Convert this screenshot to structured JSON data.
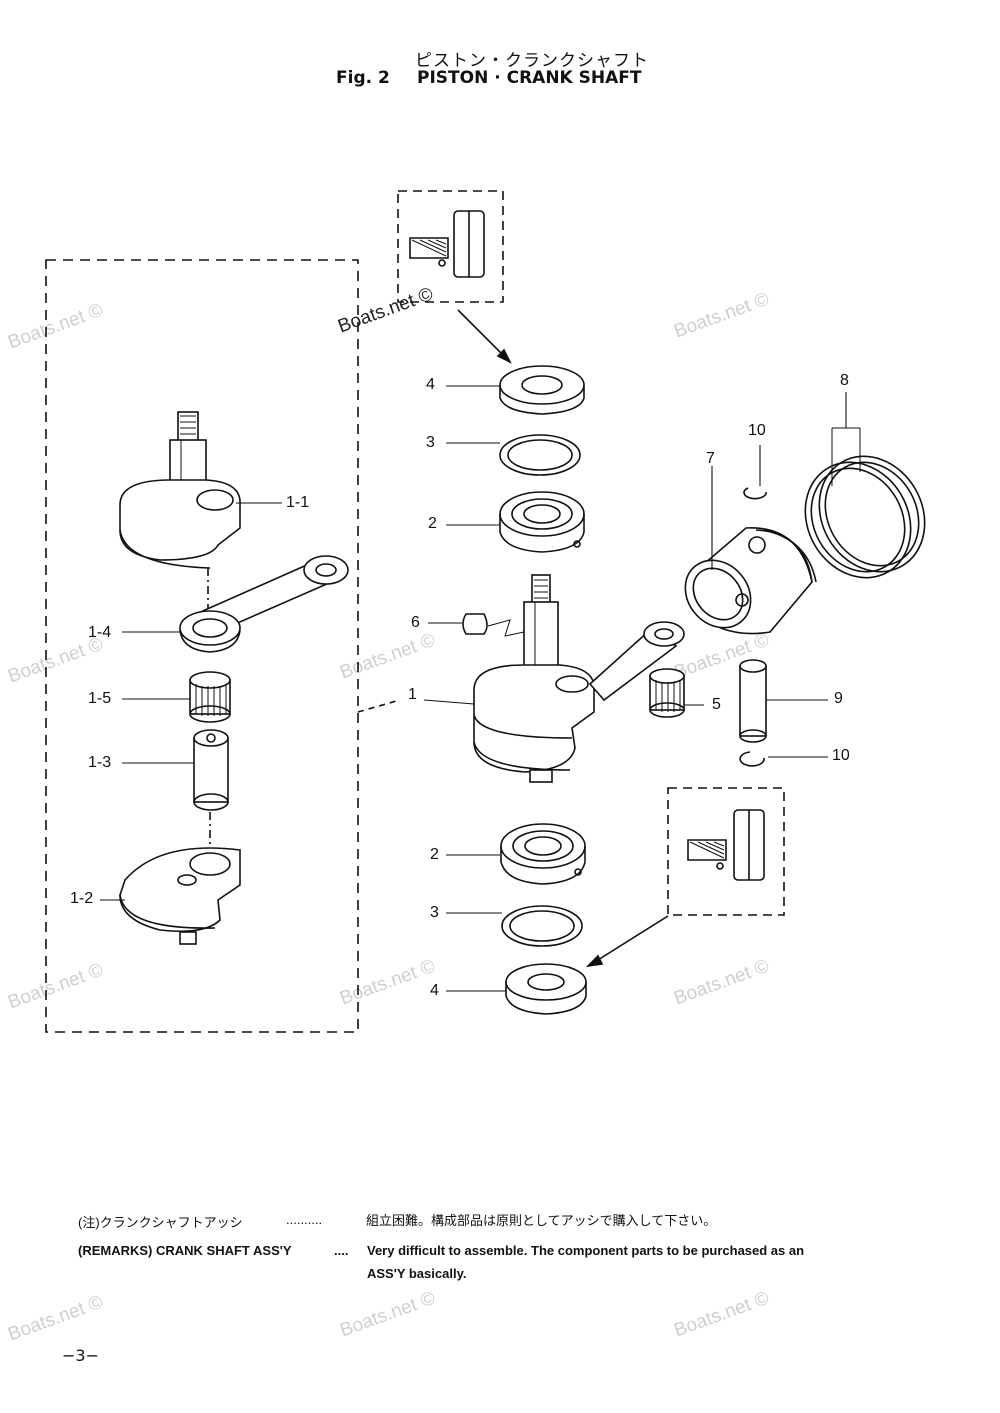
{
  "header": {
    "jp_title": "ピストン・クランクシャフト",
    "fig_no": "Fig. 2",
    "title": "PISTON · CRANK SHAFT"
  },
  "watermark": "Boats.net ©",
  "callouts": {
    "c11": "1-1",
    "c14": "1-4",
    "c15": "1-5",
    "c13": "1-3",
    "c12": "1-2",
    "c1": "1",
    "c2a": "2",
    "c2b": "2",
    "c3a": "3",
    "c3b": "3",
    "c4a": "4",
    "c4b": "4",
    "c5": "5",
    "c6": "6",
    "c7": "7",
    "c8": "8",
    "c9": "9",
    "c10a": "10",
    "c10b": "10"
  },
  "notes": {
    "jp_label": "(注)クランクシャフトアッシ",
    "jp_dots": "..........",
    "jp_text": "組立困難。構成部品は原則としてアッシで購入して下さい。",
    "en_label": "(REMARKS) CRANK SHAFT ASS'Y",
    "en_dots": "....",
    "en_text_1": "Very difficult to assemble. The component parts to be purchased as an",
    "en_text_2": "ASS'Y basically."
  },
  "page_number": "−3−"
}
